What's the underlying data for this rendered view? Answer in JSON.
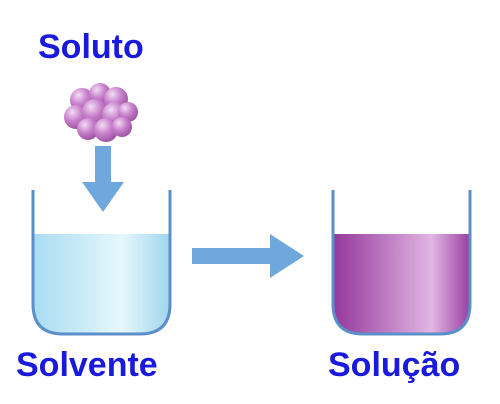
{
  "labels": {
    "solute": "Soluto",
    "solvent": "Solvente",
    "solution": "Solução"
  },
  "colors": {
    "label_text": "#1a1adc",
    "arrow": "#6fa8dc",
    "beaker_outline": "#5b8fc9",
    "solvent_liquid": "#bfe8f8",
    "solution_liquid": "#a64ca6",
    "solute_particles": "#c27bc6"
  },
  "icons": {
    "solute": "solute-particle-cluster-icon",
    "solvent_beaker": "beaker-with-solvent-icon",
    "solution_beaker": "beaker-with-solution-icon"
  }
}
